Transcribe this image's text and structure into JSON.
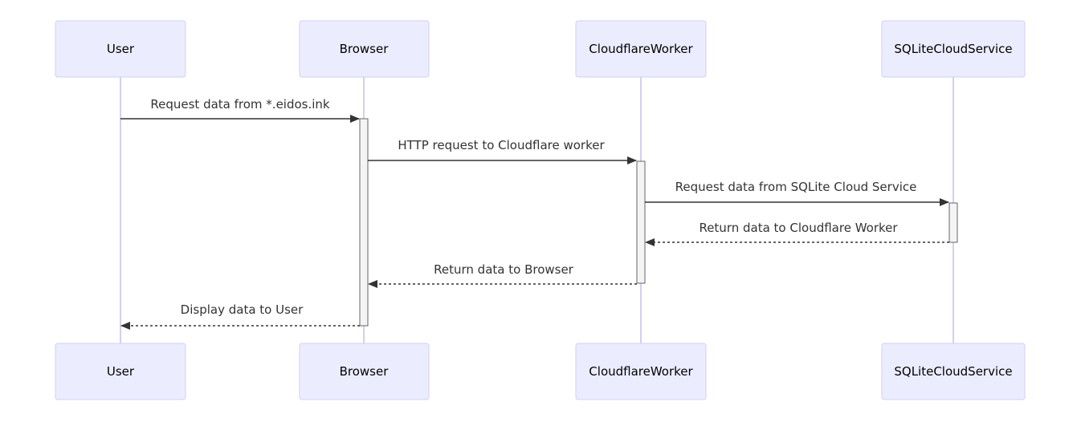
{
  "participants": [
    {
      "id": "user",
      "label": "User"
    },
    {
      "id": "browser",
      "label": "Browser"
    },
    {
      "id": "worker",
      "label": "CloudflareWorker"
    },
    {
      "id": "sqlite",
      "label": "SQLiteCloudService"
    }
  ],
  "messages": [
    {
      "from": "user",
      "to": "browser",
      "label": "Request data from *.eidos.ink",
      "style": "solid"
    },
    {
      "from": "browser",
      "to": "worker",
      "label": "HTTP request to Cloudflare worker",
      "style": "solid"
    },
    {
      "from": "worker",
      "to": "sqlite",
      "label": "Request data from SQLite Cloud Service",
      "style": "solid"
    },
    {
      "from": "sqlite",
      "to": "worker",
      "label": "Return data to Cloudflare Worker",
      "style": "dashed"
    },
    {
      "from": "worker",
      "to": "browser",
      "label": "Return data to Browser",
      "style": "dashed"
    },
    {
      "from": "browser",
      "to": "user",
      "label": "Display data to User",
      "style": "dashed"
    }
  ],
  "colors": {
    "actor_fill": "#ECECFF",
    "actor_border": "#CFCFF5",
    "lifeline": "#D3D0EE",
    "activation_fill": "#F4F4F4",
    "arrow": "#333333"
  }
}
